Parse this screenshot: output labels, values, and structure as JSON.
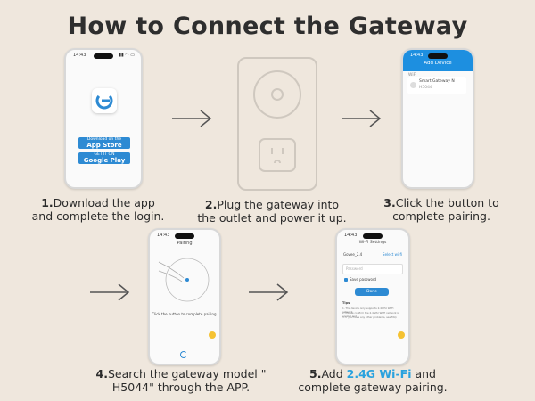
{
  "title": "How to Connect the Gateway",
  "steps": [
    {
      "num": "1.",
      "line1": "Download the app",
      "line2": "and complete the login."
    },
    {
      "num": "2.",
      "line1": "Plug the gateway into",
      "line2": "the outlet and power it up."
    },
    {
      "num": "3.",
      "line1": "Click the button to",
      "line2": "complete pairing."
    },
    {
      "num": "4.",
      "line1": "Search the gateway model \"",
      "line2": "H5044\" through the APP."
    },
    {
      "num": "5.",
      "line1a": "Add ",
      "highlight": "2.4G Wi-Fi",
      "line1b": " and",
      "line2": "complete gateway pairing."
    }
  ],
  "phone1": {
    "time": "14:43",
    "appstore_small": "Download on the",
    "appstore_big": "App Store",
    "googleplay_small": "GET IT ON",
    "googleplay_big": "Google Play"
  },
  "phone3": {
    "time": "14:43",
    "screen_title": "Add Device",
    "section": "WiFi",
    "device_name": "Smart Gateway N",
    "device_sub": "H5044"
  },
  "phone4": {
    "time": "14:43",
    "screen_title": "Pairing",
    "instruction": "Click the button to complete pairing."
  },
  "phone5": {
    "time": "14:43",
    "screen_title": "Wi-Fi Settings",
    "network": "Govee_2.4",
    "change": "Select wi-fi",
    "password_placeholder": "Password",
    "remember": "Save password",
    "done": "Done",
    "tips_title": "Tips",
    "tip1": "1. The device only supports 2.4GHz Wi-Fi network.",
    "tip2": "2. Please confirm the 2.4GHz Wi-Fi network is normal and",
    "tip3": "3. If you have any other problems, see FAQ."
  },
  "colors": {
    "background": "#efe7dd",
    "accent": "#2aa2de",
    "header_blue": "#1d8fe0"
  },
  "icons": [
    "right-arrow-icon",
    "govee-logo-icon",
    "apple-icon",
    "google-play-icon",
    "outlet-icon",
    "help-icon"
  ]
}
